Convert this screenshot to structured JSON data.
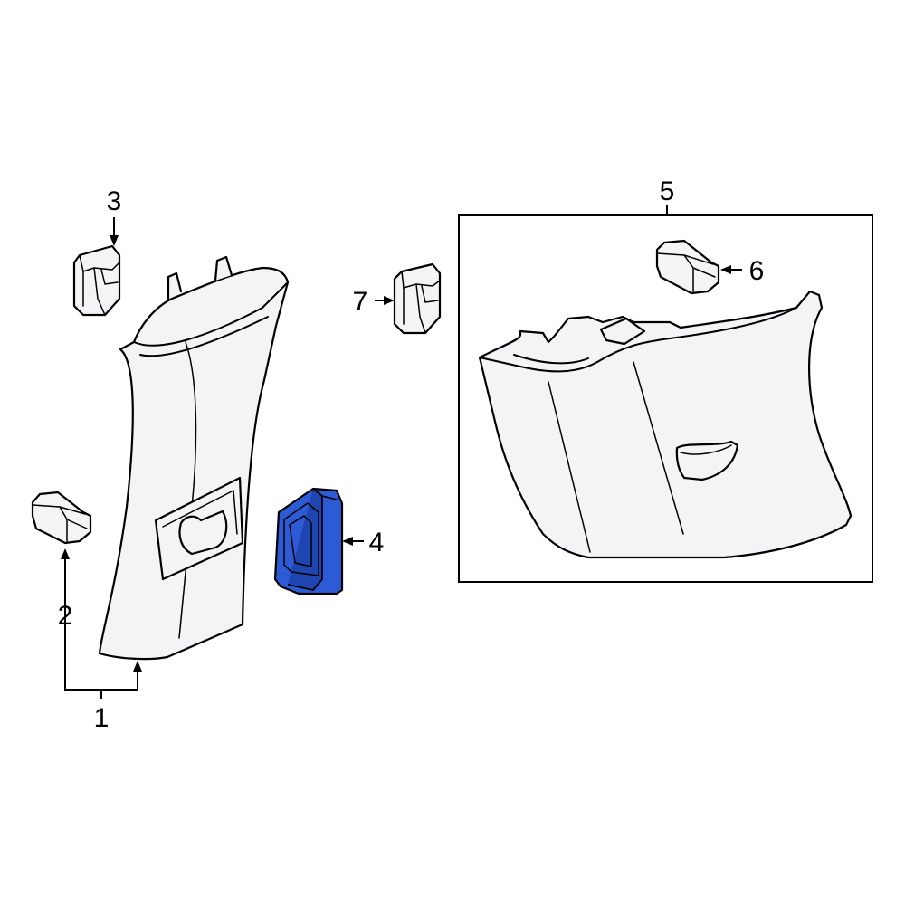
{
  "callouts": {
    "c1": "1",
    "c2": "2",
    "c3": "3",
    "c4": "4",
    "c5": "5",
    "c6": "6",
    "c7": "7"
  },
  "highlight_color": "#2d5bd6",
  "highlighted_part": "4"
}
